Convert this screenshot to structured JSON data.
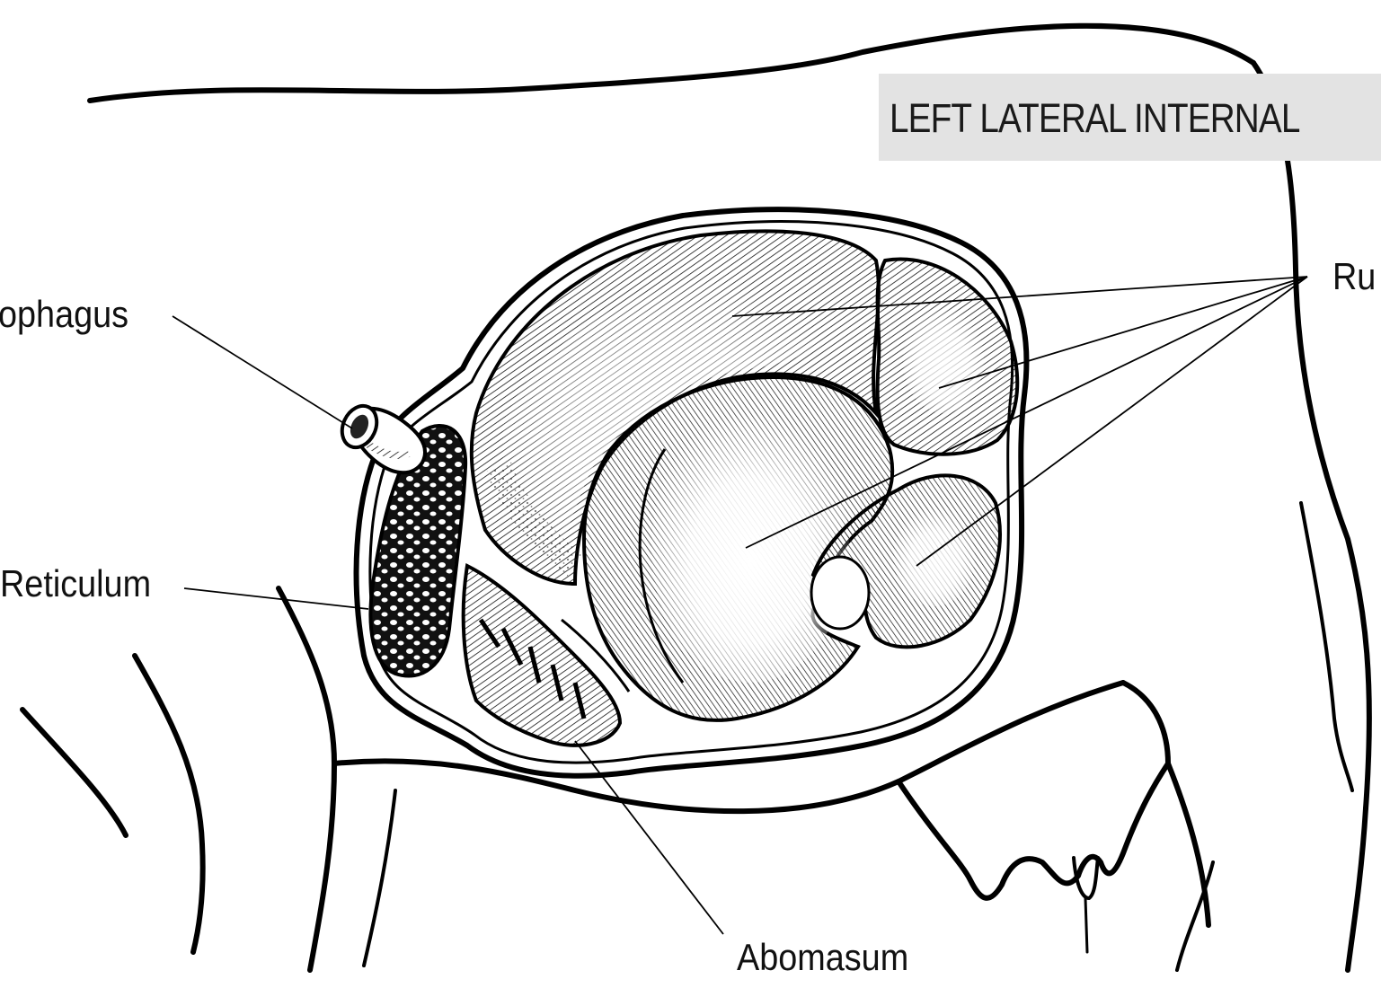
{
  "title": "LEFT LATERAL INTERNAL",
  "labels": {
    "esophagus": "ophagus",
    "reticulum": "Reticulum",
    "abomasum": "Abomasum",
    "rumen": "Ru"
  }
}
